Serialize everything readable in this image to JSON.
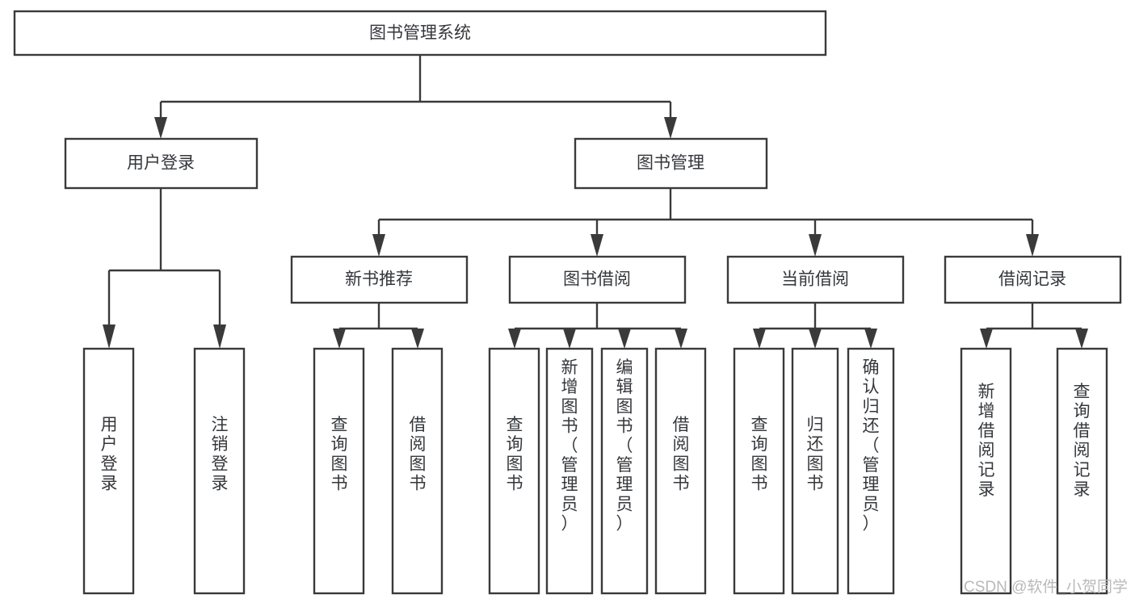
{
  "diagram": {
    "type": "hierarchy-tree",
    "title": "图书管理系统",
    "orientation": "top-down",
    "levels": 4,
    "root": {
      "id": "root",
      "label": "图书管理系统",
      "level": 0
    },
    "level1": [
      {
        "id": "user-login",
        "label": "用户登录",
        "level": 1
      },
      {
        "id": "book-manage",
        "label": "图书管理",
        "level": 1
      }
    ],
    "level2": [
      {
        "id": "new-book-recommend",
        "label": "新书推荐",
        "parent": "book-manage",
        "level": 2
      },
      {
        "id": "book-borrow",
        "label": "图书借阅",
        "parent": "book-manage",
        "level": 2
      },
      {
        "id": "current-borrow",
        "label": "当前借阅",
        "parent": "book-manage",
        "level": 2
      },
      {
        "id": "borrow-record",
        "label": "借阅记录",
        "parent": "book-manage",
        "level": 2
      }
    ],
    "leaves": [
      {
        "id": "leaf-user-login",
        "label": "用户登录",
        "parent": "user-login"
      },
      {
        "id": "leaf-logout-login",
        "label": "注销登录",
        "parent": "user-login"
      },
      {
        "id": "leaf-query-book-1",
        "label": "查询图书",
        "parent": "new-book-recommend"
      },
      {
        "id": "leaf-borrow-book-1",
        "label": "借阅图书",
        "parent": "new-book-recommend"
      },
      {
        "id": "leaf-query-book-2",
        "label": "查询图书",
        "parent": "book-borrow"
      },
      {
        "id": "leaf-add-book",
        "label": "新增图书（管理员）",
        "parent": "book-borrow"
      },
      {
        "id": "leaf-edit-book",
        "label": "编辑图书（管理员）",
        "parent": "book-borrow"
      },
      {
        "id": "leaf-borrow-book-2",
        "label": "借阅图书",
        "parent": "book-borrow"
      },
      {
        "id": "leaf-query-book-3",
        "label": "查询图书",
        "parent": "current-borrow"
      },
      {
        "id": "leaf-return-book",
        "label": "归还图书",
        "parent": "current-borrow"
      },
      {
        "id": "leaf-confirm-return",
        "label": "确认归还（管理员）",
        "parent": "current-borrow"
      },
      {
        "id": "leaf-add-record",
        "label": "新增借阅记录",
        "parent": "borrow-record"
      },
      {
        "id": "leaf-query-record",
        "label": "查询借阅记录",
        "parent": "borrow-record"
      }
    ],
    "colors": {
      "box_stroke": "#3a3a3a",
      "box_fill": "#ffffff",
      "text": "#35373b",
      "connector": "#3a3a3a",
      "watermark": "#b9b9b9",
      "background": "#ffffff"
    }
  },
  "watermark": {
    "text": "CSDN @软件_小贺同学"
  }
}
